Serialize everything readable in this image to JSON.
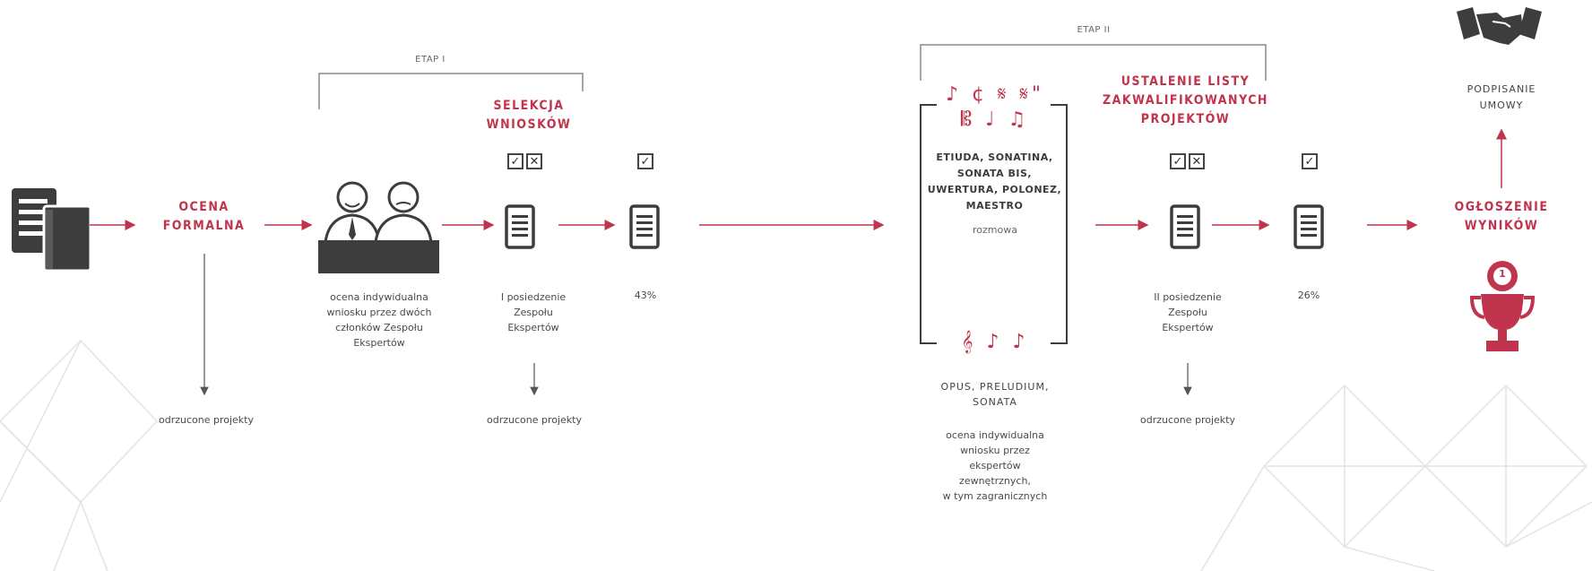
{
  "stage1": {
    "label": "ETAP I",
    "formal_review": "OCENA\nFORMALNA",
    "experts_desc": "ocena indywidualna\nwniosku przez dwóch\nczłonków Zespołu\nEkspertów",
    "selection_title": "SELEKCJA\nWNIOSKÓW",
    "meeting_desc": "I posiedzenie\nZespołu\nEkspertów",
    "percent": "43%",
    "rejected_formal": "odrzucone projekty",
    "rejected_selection": "odrzucone projekty"
  },
  "stage2": {
    "label": "ETAP II",
    "top_programs": "ETIUDA, SONATINA,\nSONATA BIS,\nUWERTURA, POLONEZ,\nMAESTRO",
    "interview": "rozmowa",
    "bottom_programs": "OPUS, PRELUDIUM,",
    "bottom_programs_2": "SONATA",
    "external_desc": "ocena indywidualna\nwniosku przez\nekspertów\nzewnętrznych,\nw tym zagranicznych",
    "list_title": "USTALENIE LISTY\nZAKWALIFIKOWANYCH\nPROJEKTÓW",
    "meeting_desc": "II posiedzenie\nZespołu\nEkspertów",
    "percent": "26%",
    "rejected": "odrzucone projekty"
  },
  "final": {
    "signing": "PODPISANIE\nUMOWY",
    "announcement": "OGŁOSZENIE\nWYNIKÓW",
    "trophy_number": "1"
  },
  "colors": {
    "accent": "#c0344d",
    "dark": "#3a3a3a",
    "line": "#777777"
  },
  "icons": [
    "documents-icon",
    "experts-icon",
    "document-icon",
    "checkbox-icon",
    "music-symbols-icon",
    "handshake-icon",
    "trophy-icon"
  ]
}
